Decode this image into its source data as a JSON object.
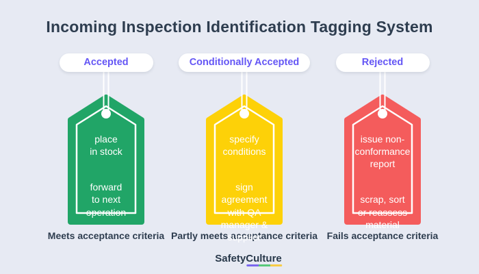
{
  "title": "Incoming Inspection Identification Tagging System",
  "colors": {
    "background": "#e7eaf3",
    "title_text": "#2e3d4f",
    "pill_background": "#ffffff",
    "pill_text": "#6456f5",
    "tag_text": "#ffffff",
    "accepted_green": "#21a567",
    "conditional_yellow": "#fdd108",
    "rejected_red": "#f45c5c",
    "caption_text": "#2e3d4f",
    "logo_text": "#28384a",
    "logo_underline_purple": "#7b68ee",
    "logo_underline_green": "#58c97b",
    "logo_underline_yellow": "#f8cc46"
  },
  "columns": [
    {
      "status_label": "Accepted",
      "tag_color": "#21a567",
      "tag_text_block1": "place\nin stock",
      "tag_text_block2": "forward\nto next\noperation",
      "caption": "Meets acceptance criteria"
    },
    {
      "status_label": "Conditionally Accepted",
      "tag_color": "#fdd108",
      "tag_text_block1": "specify\nconditions",
      "tag_text_block2": "sign\nagreement\nwith QA\nmanager &\nsupplier",
      "caption": "Partly meets acceptance criteria"
    },
    {
      "status_label": "Rejected",
      "tag_color": "#f45c5c",
      "tag_text_block1": "issue non-\nconformance\nreport",
      "tag_text_block2": "scrap, sort\nor reassess\nmaterial",
      "caption": "Fails acceptance criteria"
    }
  ],
  "footer": {
    "logo_text_part1": "Safety",
    "logo_text_part2": "Culture"
  }
}
